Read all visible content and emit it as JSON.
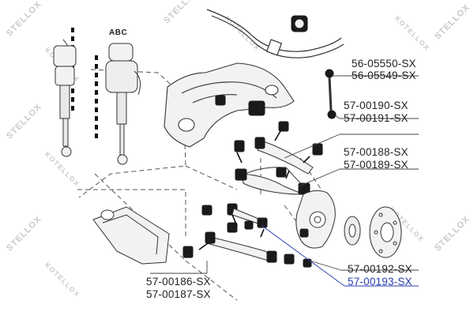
{
  "diagram": {
    "abc_label": "ABC",
    "part_numbers": [
      {
        "id": "56-05550",
        "text": "56-05550-SX",
        "highlight": false
      },
      {
        "id": "56-05549",
        "text": "56-05549-SX",
        "highlight": false
      },
      {
        "id": "57-00190",
        "text": "57-00190-SX",
        "highlight": false
      },
      {
        "id": "57-00191",
        "text": "57-00191-SX",
        "highlight": false
      },
      {
        "id": "57-00188",
        "text": "57-00188-SX",
        "highlight": false
      },
      {
        "id": "57-00189",
        "text": "57-00189-SX",
        "highlight": false
      },
      {
        "id": "57-00192",
        "text": "57-00192-SX",
        "highlight": false
      },
      {
        "id": "57-00193",
        "text": "57-00193-SX",
        "highlight": true
      },
      {
        "id": "57-00186",
        "text": "57-00186-SX",
        "highlight": false
      },
      {
        "id": "57-00187",
        "text": "57-00187-SX",
        "highlight": false
      }
    ],
    "watermark": {
      "stellox": "STELLOX",
      "kotellox": "KOTELLOX"
    },
    "colors": {
      "highlight": "#2a3fb0",
      "text": "#222222",
      "bushing_dark": "#1a1a1a",
      "part_fill": "#f2f2f2",
      "watermark": "#c9c9c9"
    }
  }
}
